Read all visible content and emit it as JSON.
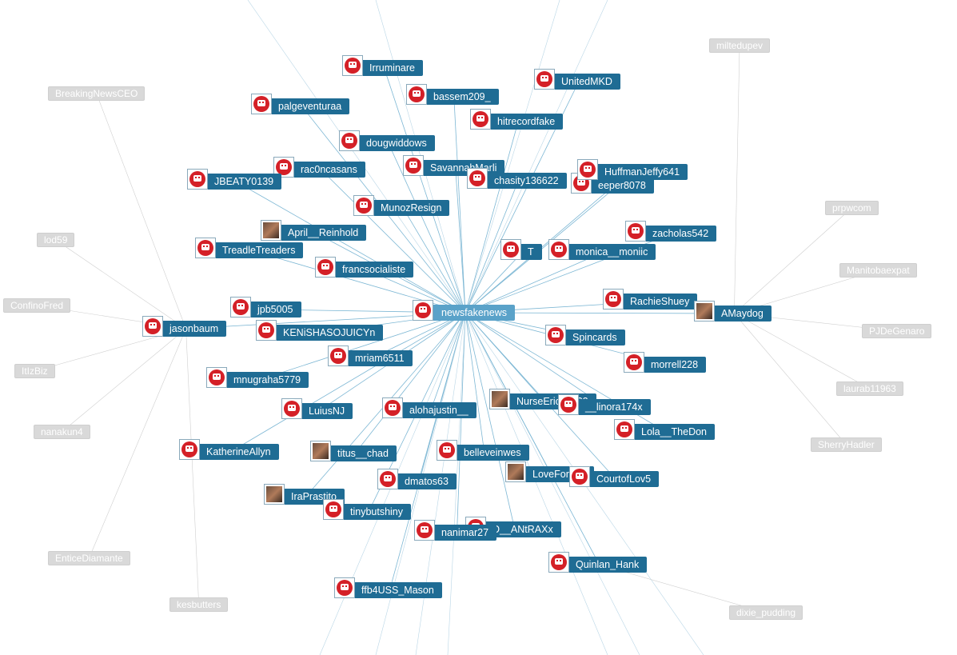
{
  "graph": {
    "center": "newsfakenews",
    "accounts": [
      {
        "name": "Irruminare",
        "avatar": "bot-icon"
      },
      {
        "name": "UnitedMKD",
        "avatar": "bot-icon"
      },
      {
        "name": "bassem209_",
        "avatar": "bot-icon"
      },
      {
        "name": "palgeventuraa",
        "avatar": "bot-icon"
      },
      {
        "name": "hitrecordfake",
        "avatar": "bot-icon"
      },
      {
        "name": "dougwiddows",
        "avatar": "bot-icon"
      },
      {
        "name": "rac0ncasans",
        "avatar": "bot-icon"
      },
      {
        "name": "SavannahMarli",
        "avatar": "bot-icon"
      },
      {
        "name": "JBEATY0139",
        "avatar": "bot-icon"
      },
      {
        "name": "chasity136622",
        "avatar": "bot-icon"
      },
      {
        "name": "eeper8078",
        "avatar": "bot-icon"
      },
      {
        "name": "HuffmanJeffy641",
        "avatar": "bot-icon"
      },
      {
        "name": "MunozResign",
        "avatar": "bot-icon"
      },
      {
        "name": "April__Reinhold",
        "avatar": "photo-icon"
      },
      {
        "name": "zacholas542",
        "avatar": "bot-icon"
      },
      {
        "name": "TreadleTreaders",
        "avatar": "bot-icon"
      },
      {
        "name": "T",
        "avatar": "bot-icon"
      },
      {
        "name": "monica__moniic",
        "avatar": "bot-icon"
      },
      {
        "name": "francsocialiste",
        "avatar": "bot-icon"
      },
      {
        "name": "RachieShuey",
        "avatar": "bot-icon"
      },
      {
        "name": "jpb5005",
        "avatar": "bot-icon"
      },
      {
        "name": "AMaydog",
        "avatar": "photo-icon"
      },
      {
        "name": "jasonbaum",
        "avatar": "bot-icon"
      },
      {
        "name": "KENiSHASOJUICYn",
        "avatar": "bot-icon"
      },
      {
        "name": "Spincards",
        "avatar": "bot-icon"
      },
      {
        "name": "mriam6511",
        "avatar": "bot-icon"
      },
      {
        "name": "morrell228",
        "avatar": "bot-icon"
      },
      {
        "name": "mnugraha5779",
        "avatar": "bot-icon"
      },
      {
        "name": "NurseErica1722",
        "avatar": "photo-icon"
      },
      {
        "name": "__linora174x",
        "avatar": "bot-icon"
      },
      {
        "name": "LuiusNJ",
        "avatar": "bot-icon"
      },
      {
        "name": "alohajustin__",
        "avatar": "bot-icon"
      },
      {
        "name": "Lola__TheDon",
        "avatar": "bot-icon"
      },
      {
        "name": "KatherineAllyn",
        "avatar": "bot-icon"
      },
      {
        "name": "titus__chad",
        "avatar": "photo-icon"
      },
      {
        "name": "belleveinwes",
        "avatar": "bot-icon"
      },
      {
        "name": "LoveFor343",
        "avatar": "photo-icon"
      },
      {
        "name": "CourtofLov5",
        "avatar": "bot-icon"
      },
      {
        "name": "dmatos63",
        "avatar": "bot-icon"
      },
      {
        "name": "IraPrastito",
        "avatar": "photo-icon"
      },
      {
        "name": "tinybutshiny",
        "avatar": "bot-icon"
      },
      {
        "name": "D__ANtRAXx",
        "avatar": "bot-icon"
      },
      {
        "name": "nanimar27",
        "avatar": "bot-icon"
      },
      {
        "name": "Quinlan_Hank",
        "avatar": "bot-icon"
      },
      {
        "name": "ffb4USS_Mason",
        "avatar": "bot-icon"
      }
    ],
    "peripheral": [
      "miltedupev",
      "BreakingNewsCEO",
      "prpwcom",
      "lod59",
      "Manitobaexpat",
      "ConfinoFred",
      "PJDeGenaro",
      "ItIzBiz",
      "laurab11963",
      "nanakun4",
      "SherryHadler",
      "EnticeDiamante",
      "kesbutters",
      "dixie_pudding"
    ]
  },
  "colors": {
    "node": "#1f6c94",
    "center": "#5aa2c9",
    "peripheral": "#d9d9d9",
    "edge": "#7db7d4"
  }
}
